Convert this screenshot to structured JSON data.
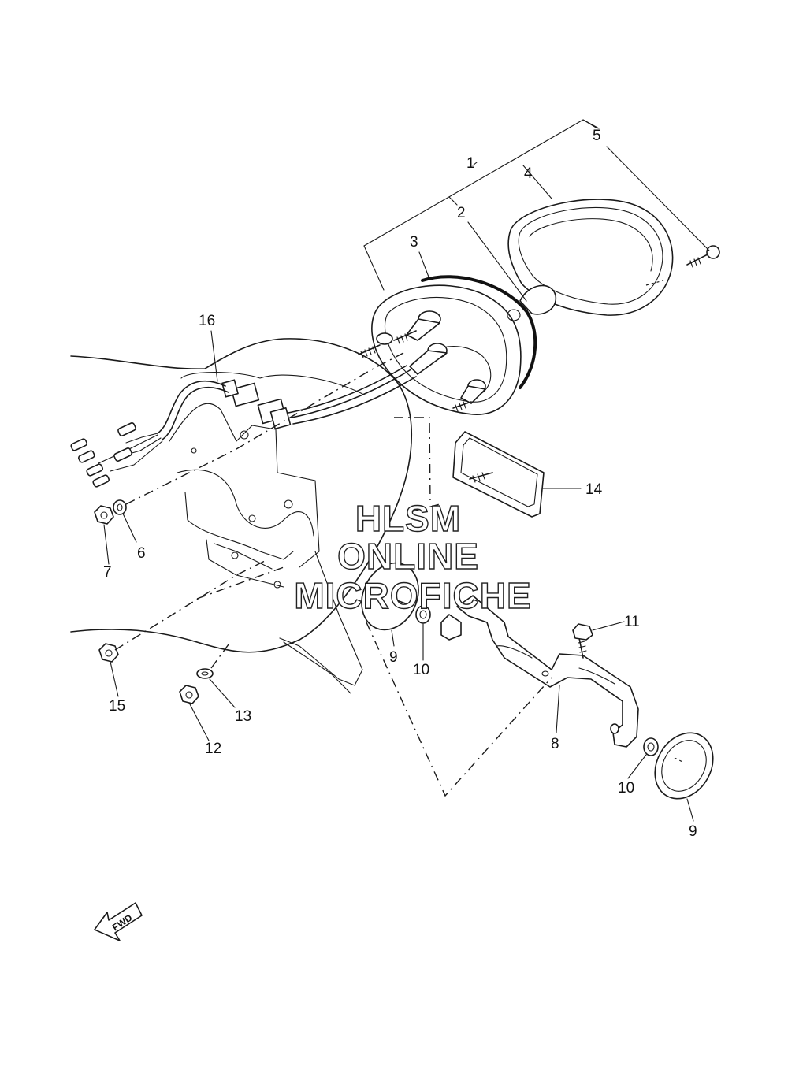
{
  "watermark": {
    "line1": "HLSM",
    "line2": "ONLINE",
    "line3": "MICROFICHE"
  },
  "direction_indicator": "FWD",
  "callouts": {
    "c1": "1",
    "c2": "2",
    "c3": "3",
    "c4": "4",
    "c5": "5",
    "c6": "6",
    "c7": "7",
    "c8": "8",
    "c9a": "9",
    "c9b": "9",
    "c10a": "10",
    "c10b": "10",
    "c11": "11",
    "c12": "12",
    "c13": "13",
    "c14": "14",
    "c15": "15",
    "c16": "16"
  }
}
